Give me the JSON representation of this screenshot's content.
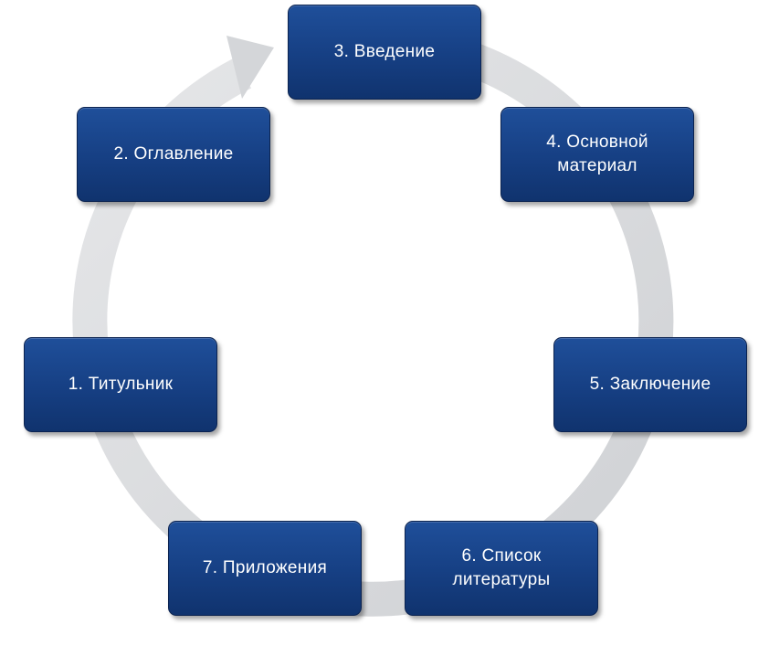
{
  "diagram": {
    "type": "cycle",
    "colors": {
      "node_fill": "#163f83",
      "node_border": "#0b2350",
      "node_text": "#ffffff",
      "ring": "#d7d9dc"
    },
    "arrow_icon": "cycle-arrow-icon",
    "nodes": {
      "title_page": "1. Титульник",
      "toc": "2. Оглавление",
      "intro": "3. Введение",
      "main": "4. Основной\nматериал",
      "conclusion": "5. Заключение",
      "references": "6. Список\nлитературы",
      "appendix": "7. Приложения"
    }
  }
}
